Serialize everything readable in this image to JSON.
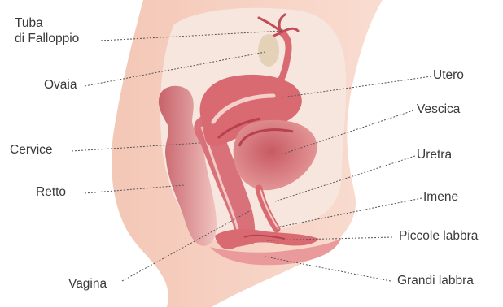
{
  "labels": {
    "tube_line1": "Tuba",
    "tube_line2": "di Falloppio",
    "ovary": "Ovaia",
    "cervix": "Cervice",
    "rectum": "Retto",
    "vagina": "Vagina",
    "uterus": "Utero",
    "bladder": "Vescica",
    "urethra": "Uretra",
    "hymen": "Imene",
    "labia_minora": "Piccole labbra",
    "labia_majora": "Grandi labbra"
  },
  "colors": {
    "skin": "#f6d2c4",
    "skin_shadow": "#eeb9a6",
    "cavity": "#f7e4dc",
    "organ": "#d96a72",
    "organ_dark": "#c24c58",
    "organ_light": "#eb9a9c",
    "ovary": "#e3d2b8",
    "leader_line": "#555555"
  }
}
